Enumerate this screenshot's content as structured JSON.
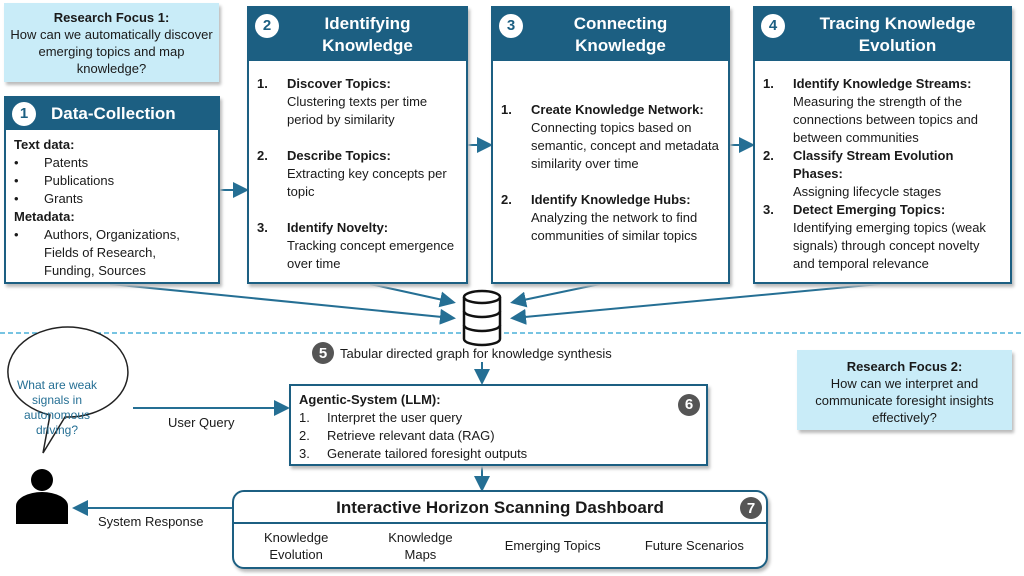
{
  "colors": {
    "primary": "#1c5f82",
    "focus_bg": "#c9ecf8",
    "arrow": "#256f94"
  },
  "focus1": {
    "title": "Research Focus 1:",
    "text": "How can we automatically discover emerging topics and map knowledge?"
  },
  "focus2": {
    "title": "Research Focus 2:",
    "text": "How can we interpret and communicate foresight insights effectively?"
  },
  "step1": {
    "num": "1",
    "title": "Data-Collection",
    "text_label": "Text data:",
    "text_items": [
      "Patents",
      "Publications",
      "Grants"
    ],
    "meta_label": "Metadata:",
    "meta_items": [
      "Authors, Organizations, Fields of Research, Funding, Sources"
    ]
  },
  "step2": {
    "num": "2",
    "title": "Identifying Knowledge",
    "items": [
      {
        "n": "1.",
        "title": "Discover Topics:",
        "desc": "Clustering texts per time period by similarity"
      },
      {
        "n": "2.",
        "title": "Describe Topics:",
        "desc": "Extracting key concepts per topic"
      },
      {
        "n": "3.",
        "title": "Identify Novelty:",
        "desc": "Tracking concept emergence over time"
      }
    ]
  },
  "step3": {
    "num": "3",
    "title": "Connecting Knowledge",
    "items": [
      {
        "n": "1.",
        "title": "Create Knowledge Network:",
        "desc": "Connecting topics based on semantic, concept and metadata similarity over time"
      },
      {
        "n": "2.",
        "title": "Identify Knowledge Hubs:",
        "desc": "Analyzing the network to find communities of similar topics"
      }
    ]
  },
  "step4": {
    "num": "4",
    "title": "Tracing Knowledge Evolution",
    "items": [
      {
        "n": "1.",
        "title": "Identify Knowledge Streams:",
        "desc": "Measuring the strength of the connections between topics and between communities"
      },
      {
        "n": "2.",
        "title": "Classify Stream Evolution Phases:",
        "desc": "Assigning lifecycle stages"
      },
      {
        "n": "3.",
        "title": "Detect Emerging Topics:",
        "desc": "Identifying emerging topics (weak signals) through concept novelty and temporal relevance"
      }
    ]
  },
  "step5": {
    "num": "5",
    "label": "Tabular directed graph for knowledge synthesis"
  },
  "step6": {
    "num": "6",
    "title": "Agentic-System (LLM):",
    "items": [
      {
        "n": "1.",
        "t": "Interpret the user query"
      },
      {
        "n": "2.",
        "t": "Retrieve relevant data (RAG)"
      },
      {
        "n": "3.",
        "t": "Generate tailored foresight outputs"
      }
    ]
  },
  "step7": {
    "num": "7",
    "title": "Interactive Horizon Scanning Dashboard",
    "items": [
      "Knowledge Evolution",
      "Knowledge Maps",
      "Emerging Topics",
      "Future Scenarios"
    ]
  },
  "user": {
    "question": "What are weak signals in autonomous driving?",
    "query_label": "User Query",
    "response_label": "System Response"
  }
}
